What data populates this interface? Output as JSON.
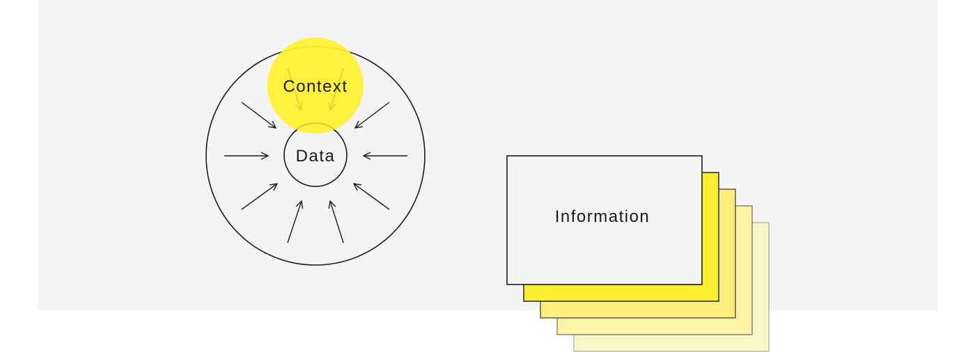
{
  "labels": {
    "context": "Context",
    "data": "Data",
    "information": "Information"
  },
  "colors": {
    "background": "#ffffff",
    "panel": "#f4f4f4",
    "highlight": "#fff02e",
    "stroke": "#1a1a1a",
    "card_shades": [
      "#fcee30",
      "#fbf07a",
      "#fcf4a6",
      "#fbf6c9"
    ]
  },
  "information_stack": {
    "layer_count": 5
  }
}
